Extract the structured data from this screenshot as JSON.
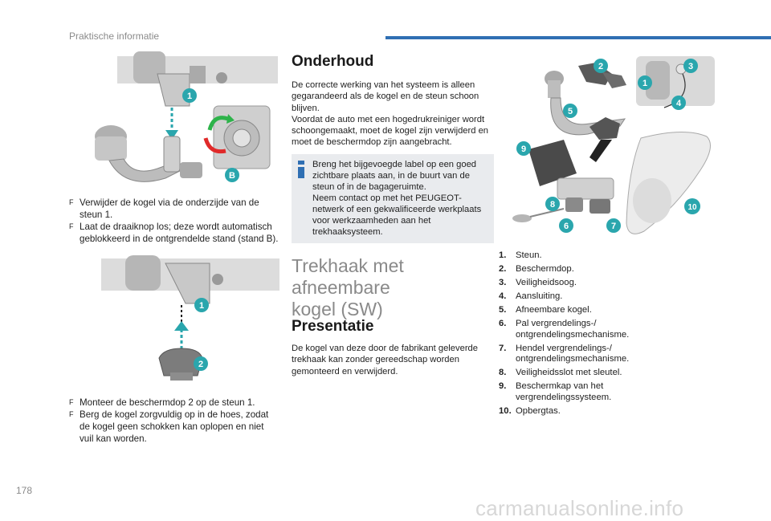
{
  "header": {
    "section_title": "Praktische informatie",
    "page_number": "178"
  },
  "watermark": "carmanualsonline.info",
  "illustrations": {
    "figure1": {
      "callouts": [
        "1",
        "B"
      ]
    },
    "figure2": {
      "callouts": [
        "1",
        "2"
      ]
    },
    "figure3": {
      "callouts": [
        "2",
        "3",
        "1",
        "4",
        "5",
        "9",
        "8",
        "6",
        "7",
        "10"
      ]
    }
  },
  "left_column": {
    "bullets_1": [
      {
        "marker": "F",
        "text": "Verwijder de kogel via de onderzijde van de steun 1."
      },
      {
        "marker": "F",
        "text": "Laat de draaiknop los; deze wordt automatisch geblokkeerd in de ontgrendelde stand (stand B)."
      }
    ],
    "bullets_2": [
      {
        "marker": "F",
        "text": "Monteer de beschermdop 2 op de steun 1."
      },
      {
        "marker": "F",
        "text": "Berg de kogel zorgvuldig op in de hoes, zodat de kogel geen schokken kan oplopen en niet vuil kan worden."
      }
    ]
  },
  "middle_column": {
    "maintenance_title": "Onderhoud",
    "maintenance_text_1": "De correcte werking van het systeem is alleen gegarandeerd als de kogel en de steun schoon blijven.",
    "maintenance_text_2": "Voordat de auto met een hogedrukreiniger wordt schoongemaakt, moet de kogel zijn verwijderd en moet de beschermdop zijn aangebracht.",
    "notice_text_1": "Breng het bijgevoegde label op een goed zichtbare plaats aan, in de buurt van de steun of in de bagageruimte.",
    "notice_text_2": "Neem contact op met het PEUGEOT-netwerk of een gekwalificeerde werkplaats voor werkzaamheden aan het trekhaaksysteem.",
    "chapter_title_line1": "Trekhaak met afneembare",
    "chapter_title_line2": "kogel (SW)",
    "presentation_title": "Presentatie",
    "presentation_text": "De kogel van deze door de fabrikant geleverde trekhaak kan zonder gereedschap worden gemonteerd en verwijderd."
  },
  "legend": [
    {
      "num": "1.",
      "text": "Steun."
    },
    {
      "num": "2.",
      "text": "Beschermdop."
    },
    {
      "num": "3.",
      "text": "Veiligheidsoog."
    },
    {
      "num": "4.",
      "text": "Aansluiting."
    },
    {
      "num": "5.",
      "text": "Afneembare kogel."
    },
    {
      "num": "6.",
      "text": "Pal vergrendelings-/ ontgrendelingsmechanisme."
    },
    {
      "num": "7.",
      "text": "Hendel vergrendelings-/ ontgrendelingsmechanisme."
    },
    {
      "num": "8.",
      "text": "Veiligheidsslot met sleutel."
    },
    {
      "num": "9.",
      "text": "Beschermkap van het vergrendelingssysteem."
    },
    {
      "num": "10.",
      "text": "Opbergtas."
    }
  ],
  "colors": {
    "accent": "#2f6fb3",
    "callout": "#2aa6ad",
    "notice_bg": "#e9ebee"
  }
}
